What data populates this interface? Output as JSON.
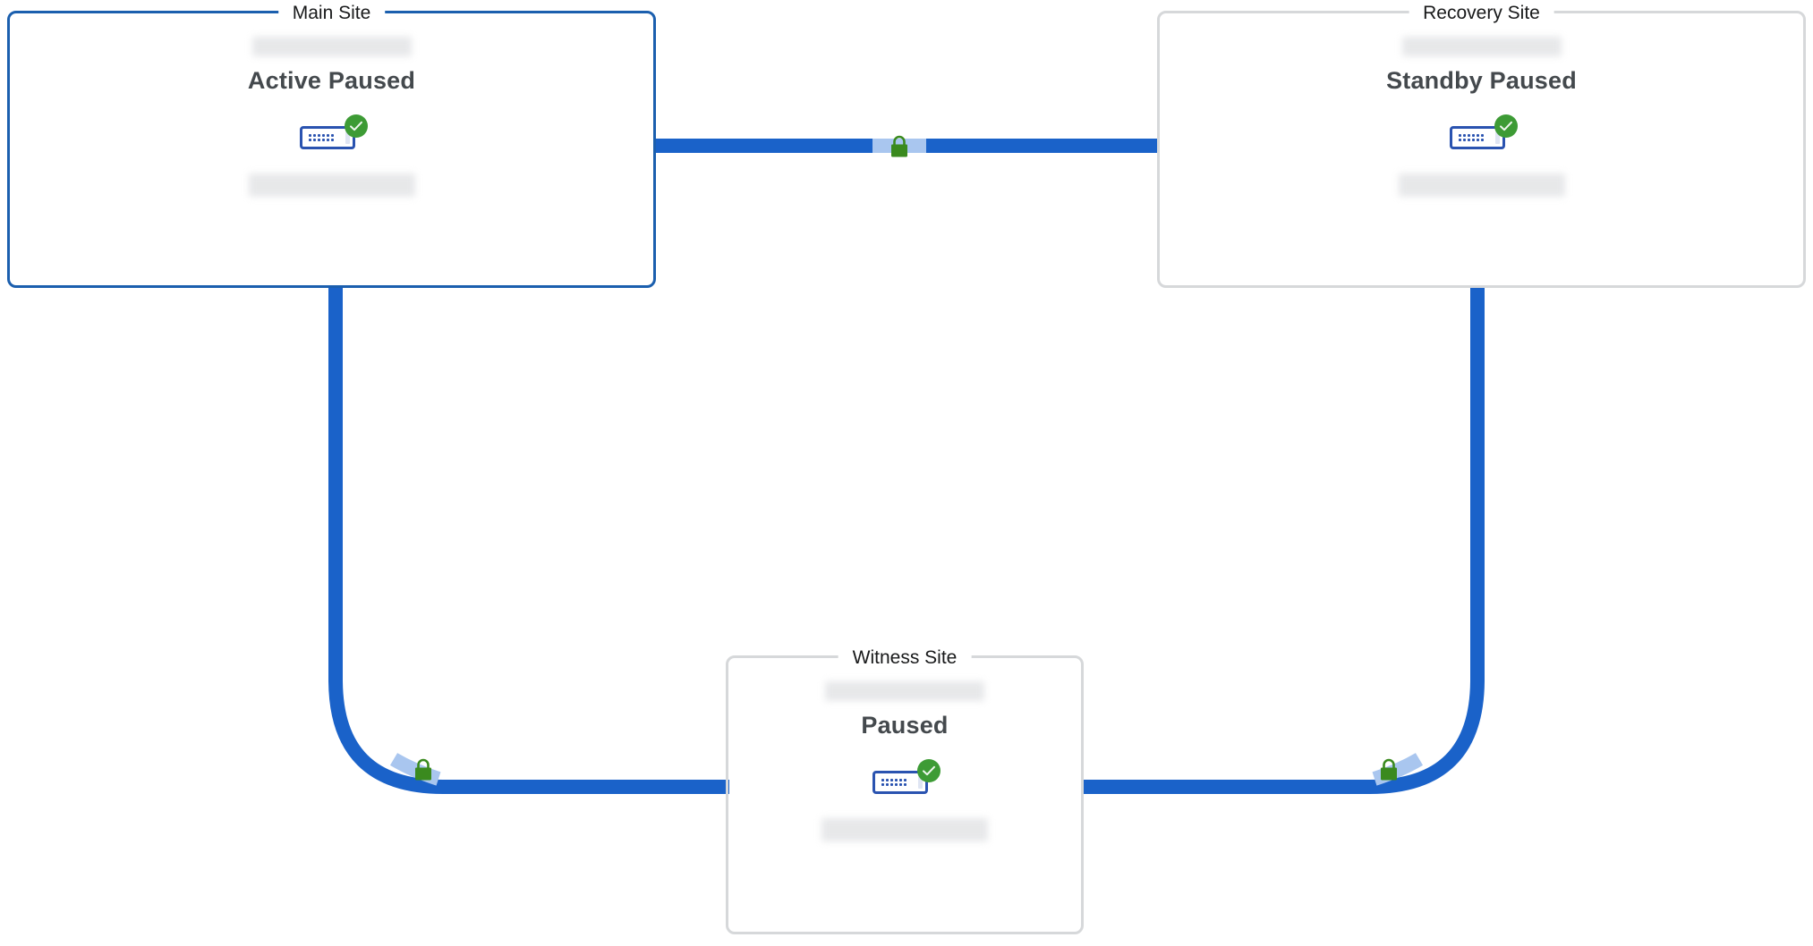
{
  "diagram": {
    "title": "Site replication topology",
    "type": "topology",
    "background": "#ffffff",
    "colors": {
      "accent_border": "#1b5fae",
      "neutral_border": "#d6d8da",
      "link": "#1a62c9",
      "link_highlight": "#a9c6ef",
      "lock": "#3a8a1e",
      "status_ok": "#3d9b35",
      "status_text": "#44494d",
      "legend_text": "#18191a",
      "device_outline": "#2a53b0",
      "redacted": "#e3e4e6"
    }
  },
  "sites": [
    {
      "id": "main",
      "legend": "Main Site",
      "status": "Active Paused",
      "border_style": "accent",
      "name_redacted": true,
      "detail_redacted": true,
      "device": {
        "icon": "appliance-icon",
        "health": "ok",
        "health_icon": "check-circle-icon"
      }
    },
    {
      "id": "recovery",
      "legend": "Recovery Site",
      "status": "Standby Paused",
      "border_style": "neutral",
      "name_redacted": true,
      "detail_redacted": true,
      "device": {
        "icon": "appliance-icon",
        "health": "ok",
        "health_icon": "check-circle-icon"
      }
    },
    {
      "id": "witness",
      "legend": "Witness Site",
      "status": "Paused",
      "border_style": "neutral",
      "name_redacted": true,
      "detail_redacted": true,
      "device": {
        "icon": "appliance-icon",
        "health": "ok",
        "health_icon": "check-circle-icon"
      }
    }
  ],
  "links": [
    {
      "id": "main-recovery",
      "from": "main",
      "to": "recovery",
      "secure": true,
      "lock_icon": "lock-icon",
      "shape": "straight-horizontal"
    },
    {
      "id": "main-witness",
      "from": "main",
      "to": "witness",
      "secure": true,
      "lock_icon": "lock-icon",
      "shape": "elbow-down-right"
    },
    {
      "id": "recovery-witness",
      "from": "recovery",
      "to": "witness",
      "secure": true,
      "lock_icon": "lock-icon",
      "shape": "elbow-down-left"
    }
  ]
}
